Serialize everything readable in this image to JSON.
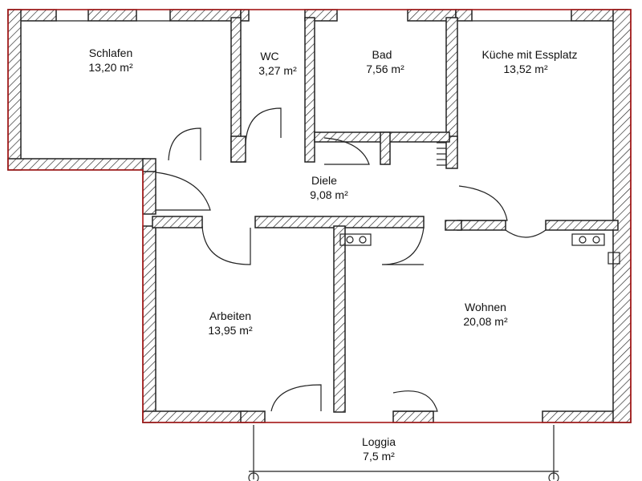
{
  "rooms": [
    {
      "name": "Schlafen",
      "area": "13,20 m²"
    },
    {
      "name": "WC",
      "area": "3,27 m²"
    },
    {
      "name": "Bad",
      "area": "7,56 m²"
    },
    {
      "name": "Küche mit Essplatz",
      "area": "13,52 m²"
    },
    {
      "name": "Diele",
      "area": "9,08 m²"
    },
    {
      "name": "Arbeiten",
      "area": "13,95 m²"
    },
    {
      "name": "Wohnen",
      "area": "20,08 m²"
    },
    {
      "name": "Loggia",
      "area": "7,5 m²"
    }
  ],
  "colors": {
    "walls": "#222222",
    "outline": "#b01818",
    "background": "#ffffff"
  }
}
